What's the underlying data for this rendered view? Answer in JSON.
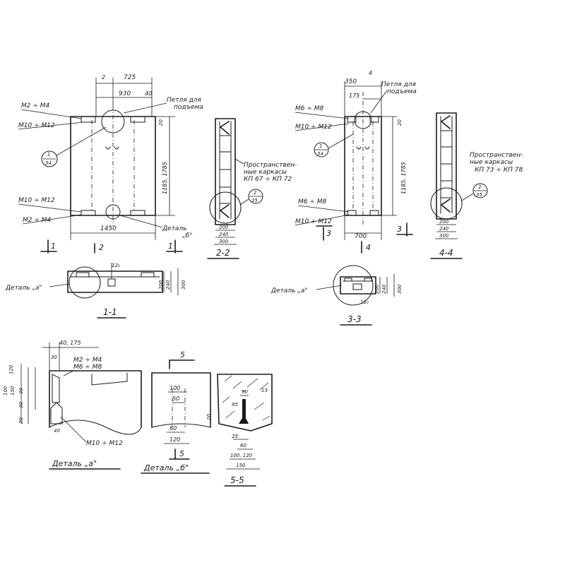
{
  "view1": {
    "dim_2": "2",
    "dim_725": "725",
    "dim_930": "930",
    "dim_40": "40",
    "loop_line1": "Петля для",
    "loop_line2": "подъема",
    "m2m4_top": "М2 ÷ М4",
    "m10m12_top": "М10 ÷ М12",
    "m10m12_bot": "М10 ÷ М12",
    "m2m4_bot": "М2 ÷ М4",
    "dim_1450": "1450",
    "dim_right": "1185, 1785",
    "dim_20": "20",
    "detail_b_line1": "Деталь",
    "detail_b_line2": "„б\"",
    "circle_num": "1",
    "circle_den": "34",
    "sec1": "1",
    "sec2": "2",
    "sec1b": "1"
  },
  "view22": {
    "spatial_line1": "Пространствен-",
    "spatial_line2": "ные каркасы",
    "spatial_line3": "КП 67 ÷ КП 72",
    "circle_num": "2",
    "circle_den": "35",
    "d200": "200",
    "d240": "240",
    "d300": "300",
    "label": "2-2"
  },
  "view11": {
    "detail_a": "Деталь „а\"",
    "d12": "12₀",
    "d200": "200",
    "d240": "240",
    "d300": "300",
    "label": "1-1"
  },
  "view3": {
    "dim_350": "350",
    "dim_4": "4",
    "dim_175": "175",
    "loop_line1": "Петля для",
    "loop_line2": "подъема",
    "m6m8_top": "М6 ÷ М8",
    "m10m12_top": "М10 ÷ М12",
    "m6m8_bot": "М6 ÷ М8",
    "m10m12_bot": "М10 ÷ М12",
    "dim_700": "700",
    "dim_right": "1185, 1785",
    "dim_20": "20",
    "circle_num": "1",
    "circle_den": "34",
    "sec3": "3",
    "sec3b": "3",
    "sec4": "4"
  },
  "view44": {
    "spatial_line1": "Пространствен-",
    "spatial_line2": "ные каркасы",
    "spatial_line3": "КП 73 ÷ КП 78",
    "circle_num": "2",
    "circle_den": "35",
    "d200": "200",
    "d240": "240",
    "d300": "300",
    "label": "4-4"
  },
  "view33": {
    "detail_a": "Деталь „а\"",
    "d12": "12₀",
    "d200": "200",
    "d240": "240",
    "d300": "300",
    "label": "3-3"
  },
  "detail_a": {
    "d40_175": "40, 175",
    "d30": "30",
    "m2m4": "М2 ÷ М4",
    "m6m8": "М6 ÷ М8",
    "d120": "120",
    "d100": "100",
    "d150": "150",
    "d30b": "30",
    "d30c": "30",
    "d20": "20",
    "d40": "40",
    "m10m12": "М10 ÷ М12",
    "title": "Деталь „а\""
  },
  "detail_b": {
    "sec5": "5",
    "d100": "100",
    "d50": "50",
    "d60": "60",
    "d120": "120",
    "d_side": "20",
    "sec5b": "5",
    "title": "Деталь „б\""
  },
  "section55": {
    "d30": "30",
    "d15": "15",
    "d95": "95",
    "d25": "25",
    "d60": "60",
    "d_bot": "100, 120",
    "d150": "150",
    "label": "5-5"
  }
}
